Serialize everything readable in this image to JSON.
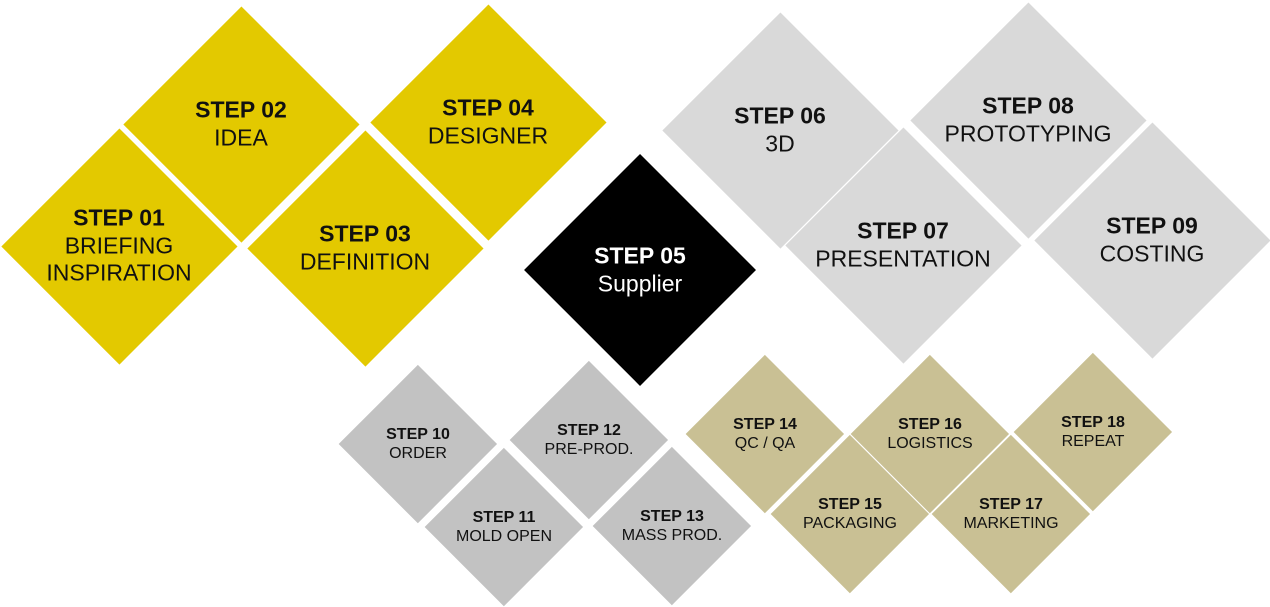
{
  "colors": {
    "yellow": "#e3c900",
    "light_gray": "#d9d9d9",
    "black": "#000000",
    "mid_gray": "#c2c2c2",
    "khaki": "#c9c094"
  },
  "steps": [
    {
      "num": "STEP 01",
      "name": "BRIEFING\nINSPIRATION",
      "group": "yellow"
    },
    {
      "num": "STEP 02",
      "name": "IDEA",
      "group": "yellow"
    },
    {
      "num": "STEP 03",
      "name": "DEFINITION",
      "group": "yellow"
    },
    {
      "num": "STEP 04",
      "name": "DESIGNER",
      "group": "yellow"
    },
    {
      "num": "STEP 05",
      "name": "Supplier",
      "group": "black"
    },
    {
      "num": "STEP 06",
      "name": "3D",
      "group": "light_gray"
    },
    {
      "num": "STEP 07",
      "name": "PRESENTATION",
      "group": "light_gray"
    },
    {
      "num": "STEP 08",
      "name": "PROTOTYPING",
      "group": "light_gray"
    },
    {
      "num": "STEP 09",
      "name": "COSTING",
      "group": "light_gray"
    },
    {
      "num": "STEP 10",
      "name": "ORDER",
      "group": "mid_gray"
    },
    {
      "num": "STEP 11",
      "name": "MOLD OPEN",
      "group": "mid_gray"
    },
    {
      "num": "STEP 12",
      "name": "PRE-PROD.",
      "group": "mid_gray"
    },
    {
      "num": "STEP 13",
      "name": "MASS PROD.",
      "group": "mid_gray"
    },
    {
      "num": "STEP 14",
      "name": "QC / QA",
      "group": "khaki"
    },
    {
      "num": "STEP 15",
      "name": "PACKAGING",
      "group": "khaki"
    },
    {
      "num": "STEP 16",
      "name": "LOGISTICS",
      "group": "khaki"
    },
    {
      "num": "STEP 17",
      "name": "MARKETING",
      "group": "khaki"
    },
    {
      "num": "STEP 18",
      "name": "REPEAT",
      "group": "khaki"
    }
  ]
}
